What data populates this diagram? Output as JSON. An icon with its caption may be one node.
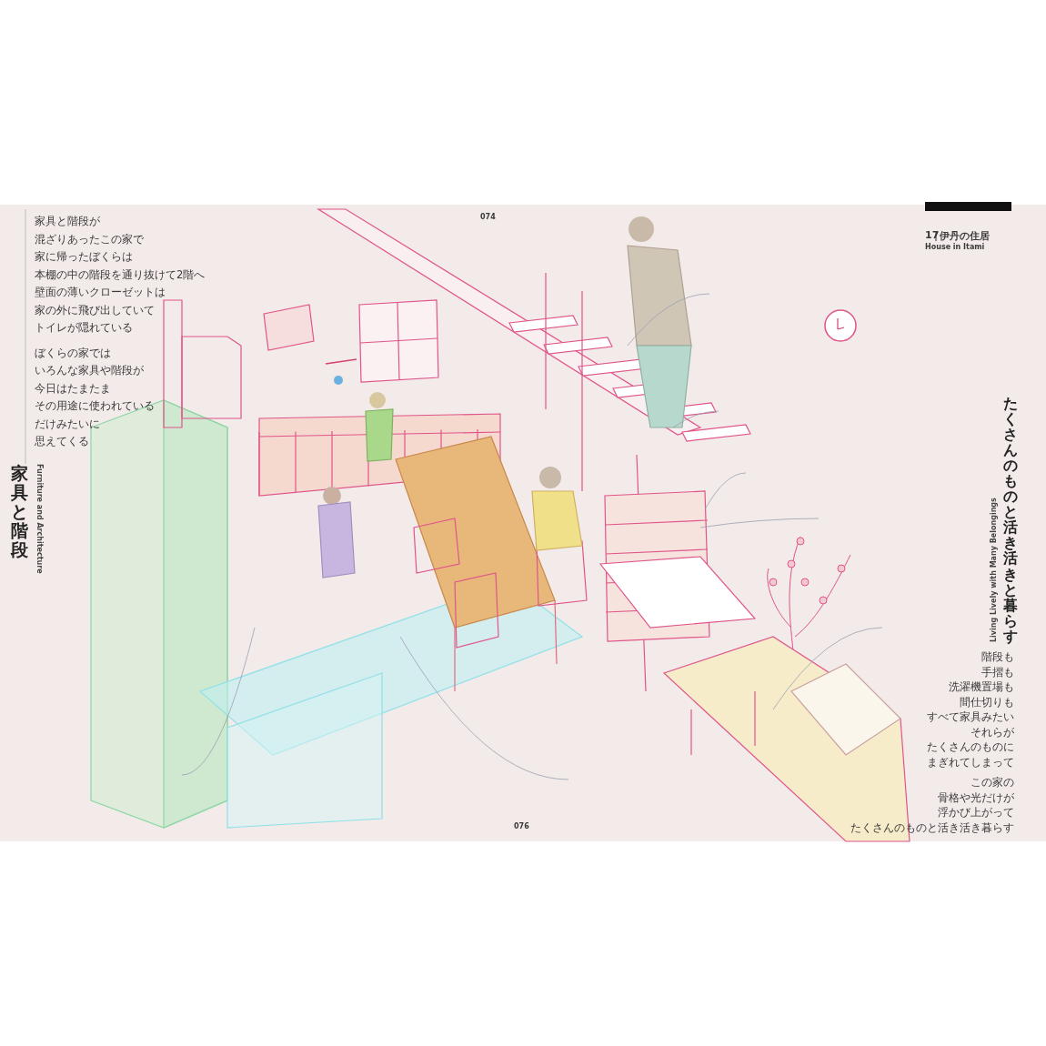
{
  "diagram": {
    "labels": [
      "家具と階段が",
      "混ざりあったこの家で",
      "家に帰ったぼくらは",
      "本棚の中の階段を通り抜けて2階へ",
      "壁面の薄いクローゼットは",
      "家の外に飛び出していて",
      "トイレが隠れている",
      "ぼくらの家では",
      "いろんな家具や階段が",
      "今日はたまたま",
      "その用途に使われている",
      "だけみたいに",
      "思えてくる",
      "家具と階段",
      "Furniture and Architecture",
      "074",
      "076",
      "17",
      "伊丹の住居",
      "House in Itami",
      "たくさんのものと活き活きと暮らす",
      "Living Lively with Many Belongings",
      "階段も",
      "手摺も",
      "洗濯機置場も",
      "間仕切りも",
      "すべて家具みたい",
      "それらが",
      "たくさんのものに",
      "まぎれてしまって",
      "この家の",
      "骨格や光だけが",
      "浮かび上がって",
      "たくさんのものと活き活き暮らす"
    ]
  }
}
